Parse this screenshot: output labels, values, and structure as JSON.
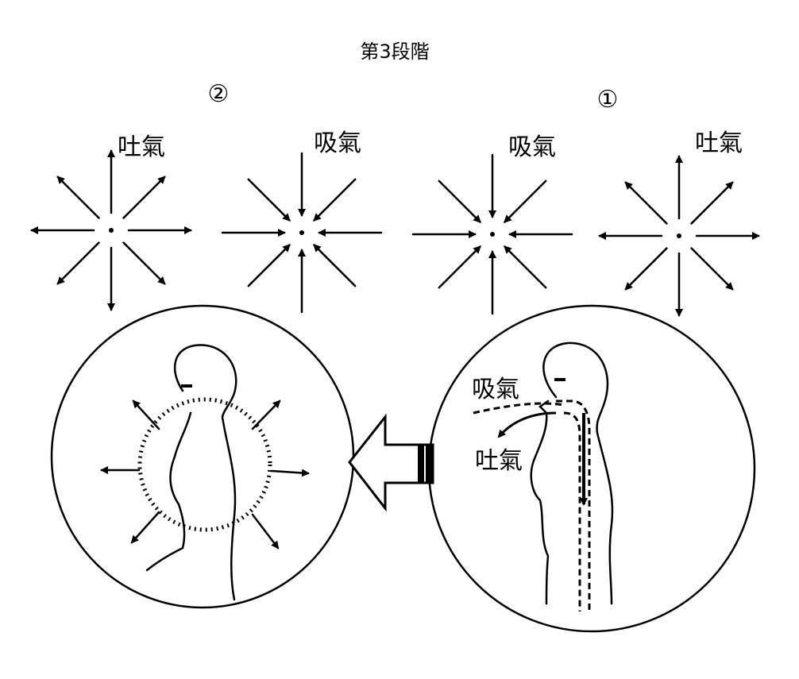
{
  "title": "第3段階",
  "panels": [
    {
      "number": "②",
      "exhale_label": "吐氣",
      "inhale_label": "吸氣"
    },
    {
      "number": "①",
      "inhale_label": "吸氣",
      "exhale_label": "吐氣"
    }
  ],
  "figure_right": {
    "inhale_label": "吸氣",
    "exhale_label": "吐氣"
  },
  "colors": {
    "ink": "#000000",
    "paper": "#ffffff"
  }
}
